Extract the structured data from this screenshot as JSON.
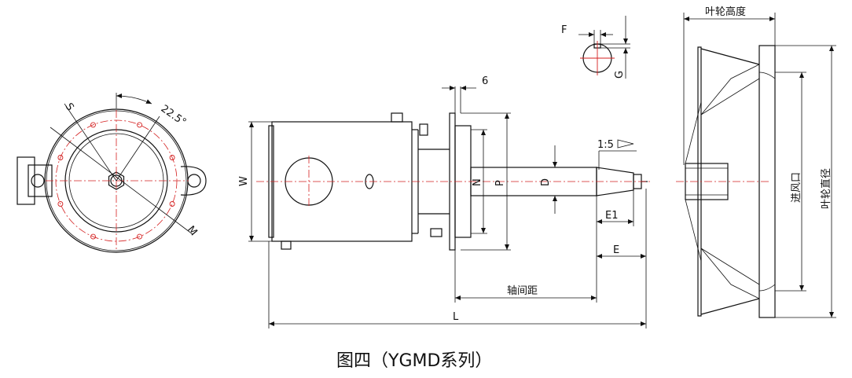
{
  "front_view": {
    "label_S": "S",
    "label_angle": "22.5°",
    "label_M": "M"
  },
  "side_view": {
    "label_W": "W",
    "label_flange_thickness": "6",
    "label_taper": "1:5",
    "label_N": "N",
    "label_P": "P",
    "label_D": "D",
    "label_E1": "E1",
    "label_E": "E",
    "label_axis_distance": "轴间距",
    "label_L": "L"
  },
  "keyway": {
    "label_F": "F",
    "label_G": "G"
  },
  "impeller": {
    "label_height": "叶轮高度",
    "label_inlet": "进风口",
    "label_diameter": "叶轮直径"
  },
  "caption": "图四（YGMD系列）",
  "colors": {
    "line": "#111111",
    "centerline": "#d42020"
  }
}
